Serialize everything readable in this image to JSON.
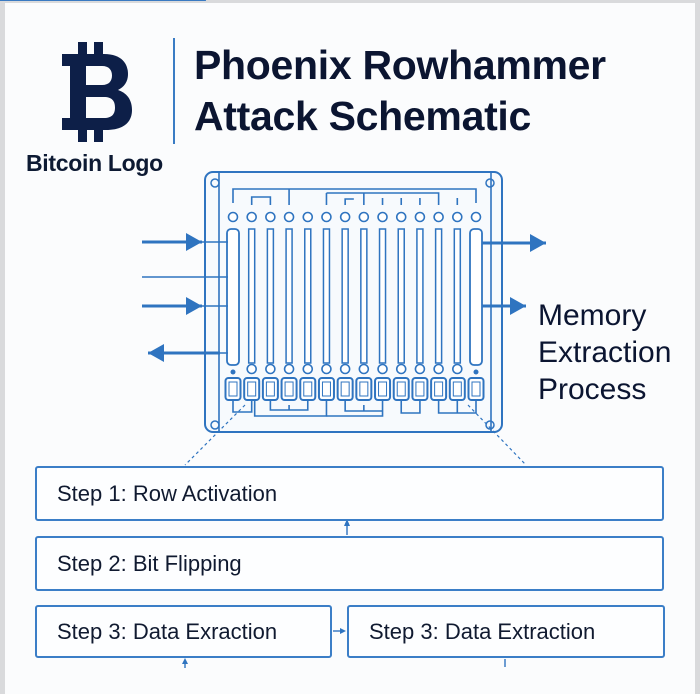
{
  "header": {
    "title_line1": "Phoenix Rowhammer",
    "title_line2": "Attack Schematic",
    "logo_icon": "bitcoin-icon",
    "logo_caption": "Bitcoin Logo"
  },
  "schematic": {
    "side_label_line1": "Memory",
    "side_label_line2": "Extraction",
    "side_label_line3": "Process",
    "columns": 14,
    "input_arrows": [
      "in",
      "line",
      "in",
      "out"
    ],
    "output_arrows": [
      "out",
      "out"
    ]
  },
  "steps": [
    {
      "label": "Step 1: Row Activation"
    },
    {
      "label": "Step 2: Bit Flipping"
    },
    {
      "label": "Step 3: Data Exraction"
    },
    {
      "label": "Step 3: Data Extraction"
    }
  ],
  "colors": {
    "accent": "#2f74c0",
    "text": "#0b1531",
    "background": "#fbfcfd"
  }
}
